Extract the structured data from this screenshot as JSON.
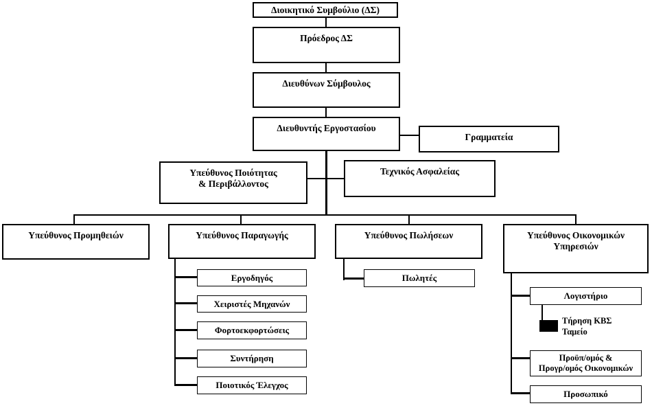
{
  "diagram": {
    "kind": "organization-chart",
    "language": "el",
    "colors": {
      "background": "#ffffff",
      "line": "#000000",
      "text": "#000000",
      "box_border": "#000000",
      "marker_fill": "#000000"
    },
    "nodes": {
      "board": "Διοικητικό Συμβούλιο (ΔΣ)",
      "president": "Πρόεδρος ΔΣ",
      "managing_director": "Διευθύνων Σύμβουλος",
      "factory_director": "Διευθυντής Εργοστασίου",
      "secretariat": "Γραμματεία",
      "quality_env": "Υπεύθυνος Ποιότητας\n& Περιβάλλοντος",
      "safety": "Τεχνικός Ασφαλείας",
      "procurement": "Υπεύθυνος Προμηθειών",
      "production": "Υπεύθυνος Παραγωγής",
      "sales": "Υπεύθυνος Πωλήσεων",
      "finance": "Υπεύθυνος Οικονομικών\nΥπηρεσιών",
      "foreman": "Εργοδηγός",
      "machine_operators": "Χειριστές Μηχανών",
      "loading_unloading": "Φορτοεκφορτώσεις",
      "maintenance": "Συντήρηση",
      "quality_control": "Ποιοτικός Έλεγχος",
      "salespeople": "Πωλητές",
      "accounting": "Λογιστήριο",
      "kbs_cash": "Τήρηση ΚΒΣ\nΤαμείο",
      "budget": "Προϋπ/ομός &\nΠρογρ/ομός Οικονομικών",
      "personnel": "Προσωπικό"
    },
    "structure": {
      "board": [
        "president"
      ],
      "president": [
        "managing_director"
      ],
      "managing_director": [
        "factory_director"
      ],
      "factory_director": [
        "secretariat",
        "quality_env",
        "safety",
        "procurement",
        "production",
        "sales",
        "finance"
      ],
      "production": [
        "foreman",
        "machine_operators",
        "loading_unloading",
        "maintenance",
        "quality_control"
      ],
      "sales": [
        "salespeople"
      ],
      "finance": [
        "accounting",
        "budget",
        "personnel"
      ],
      "accounting": [
        "kbs_cash"
      ]
    }
  }
}
